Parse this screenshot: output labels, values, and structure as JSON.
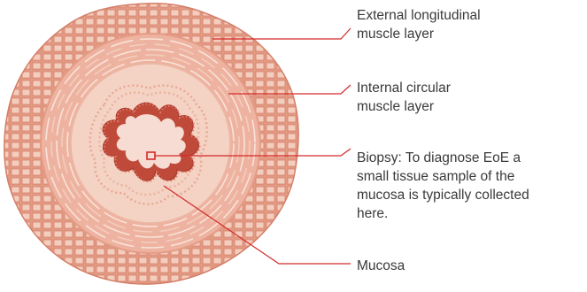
{
  "labels": {
    "external": [
      "External longitudinal",
      "muscle layer"
    ],
    "internal": [
      "Internal circular",
      "muscle layer"
    ],
    "biopsy": [
      "Biopsy: To diagnose EoE a",
      "small tissue sample of the",
      "mucosa is typically collected",
      "here."
    ],
    "mucosa": [
      "Mucosa"
    ]
  },
  "colors": {
    "outer_layer": "#e3a08a",
    "outer_cells": "#f2c8b6",
    "circular_layer": "#eeb5a0",
    "submucosa": "#f5d6c8",
    "mucosa_rim": "#c0503f",
    "lumen": "#f8e2d9",
    "leader_line": "#d42a2a"
  }
}
